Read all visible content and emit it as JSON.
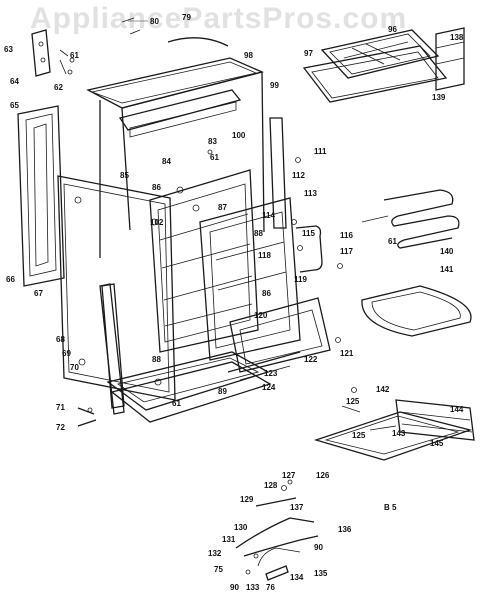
{
  "watermark": "AppliancePartsPros.com",
  "page_code": "B 5",
  "labels": [
    {
      "id": "80",
      "t": "80"
    },
    {
      "id": "79",
      "t": "79"
    },
    {
      "id": "63",
      "t": "63"
    },
    {
      "id": "61a",
      "t": "61"
    },
    {
      "id": "62",
      "t": "62"
    },
    {
      "id": "64",
      "t": "64"
    },
    {
      "id": "98",
      "t": "98"
    },
    {
      "id": "99",
      "t": "99"
    },
    {
      "id": "65",
      "t": "65"
    },
    {
      "id": "100",
      "t": "100"
    },
    {
      "id": "83",
      "t": "83"
    },
    {
      "id": "84",
      "t": "84"
    },
    {
      "id": "61b",
      "t": "61"
    },
    {
      "id": "85",
      "t": "85"
    },
    {
      "id": "86a",
      "t": "86"
    },
    {
      "id": "87",
      "t": "87"
    },
    {
      "id": "102",
      "t": "102"
    },
    {
      "id": "66",
      "t": "66"
    },
    {
      "id": "67",
      "t": "67"
    },
    {
      "id": "68",
      "t": "68"
    },
    {
      "id": "69",
      "t": "69"
    },
    {
      "id": "70",
      "t": "70"
    },
    {
      "id": "71",
      "t": "71"
    },
    {
      "id": "72",
      "t": "72"
    },
    {
      "id": "88a",
      "t": "88"
    },
    {
      "id": "118",
      "t": "118"
    },
    {
      "id": "86b",
      "t": "86"
    },
    {
      "id": "88b",
      "t": "88"
    },
    {
      "id": "89",
      "t": "89"
    },
    {
      "id": "61c",
      "t": "61"
    },
    {
      "id": "124",
      "t": "124"
    },
    {
      "id": "123",
      "t": "123"
    },
    {
      "id": "122",
      "t": "122"
    },
    {
      "id": "120",
      "t": "120"
    },
    {
      "id": "119",
      "t": "119"
    },
    {
      "id": "121",
      "t": "121"
    },
    {
      "id": "111",
      "t": "111"
    },
    {
      "id": "112",
      "t": "112"
    },
    {
      "id": "113",
      "t": "113"
    },
    {
      "id": "114",
      "t": "114"
    },
    {
      "id": "115",
      "t": "115"
    },
    {
      "id": "116",
      "t": "116"
    },
    {
      "id": "117",
      "t": "117"
    },
    {
      "id": "96",
      "t": "96"
    },
    {
      "id": "97",
      "t": "97"
    },
    {
      "id": "138",
      "t": "138"
    },
    {
      "id": "139",
      "t": "139"
    },
    {
      "id": "61d",
      "t": "61"
    },
    {
      "id": "140",
      "t": "140"
    },
    {
      "id": "141",
      "t": "141"
    },
    {
      "id": "142",
      "t": "142"
    },
    {
      "id": "125a",
      "t": "125"
    },
    {
      "id": "144",
      "t": "144"
    },
    {
      "id": "125b",
      "t": "125"
    },
    {
      "id": "143",
      "t": "143"
    },
    {
      "id": "145",
      "t": "145"
    },
    {
      "id": "127",
      "t": "127"
    },
    {
      "id": "126",
      "t": "126"
    },
    {
      "id": "128",
      "t": "128"
    },
    {
      "id": "129",
      "t": "129"
    },
    {
      "id": "137",
      "t": "137"
    },
    {
      "id": "130",
      "t": "130"
    },
    {
      "id": "136",
      "t": "136"
    },
    {
      "id": "131",
      "t": "131"
    },
    {
      "id": "90a",
      "t": "90"
    },
    {
      "id": "132",
      "t": "132"
    },
    {
      "id": "75",
      "t": "75"
    },
    {
      "id": "135",
      "t": "135"
    },
    {
      "id": "134",
      "t": "134"
    },
    {
      "id": "90b",
      "t": "90"
    },
    {
      "id": "133",
      "t": "133"
    },
    {
      "id": "76",
      "t": "76"
    }
  ]
}
